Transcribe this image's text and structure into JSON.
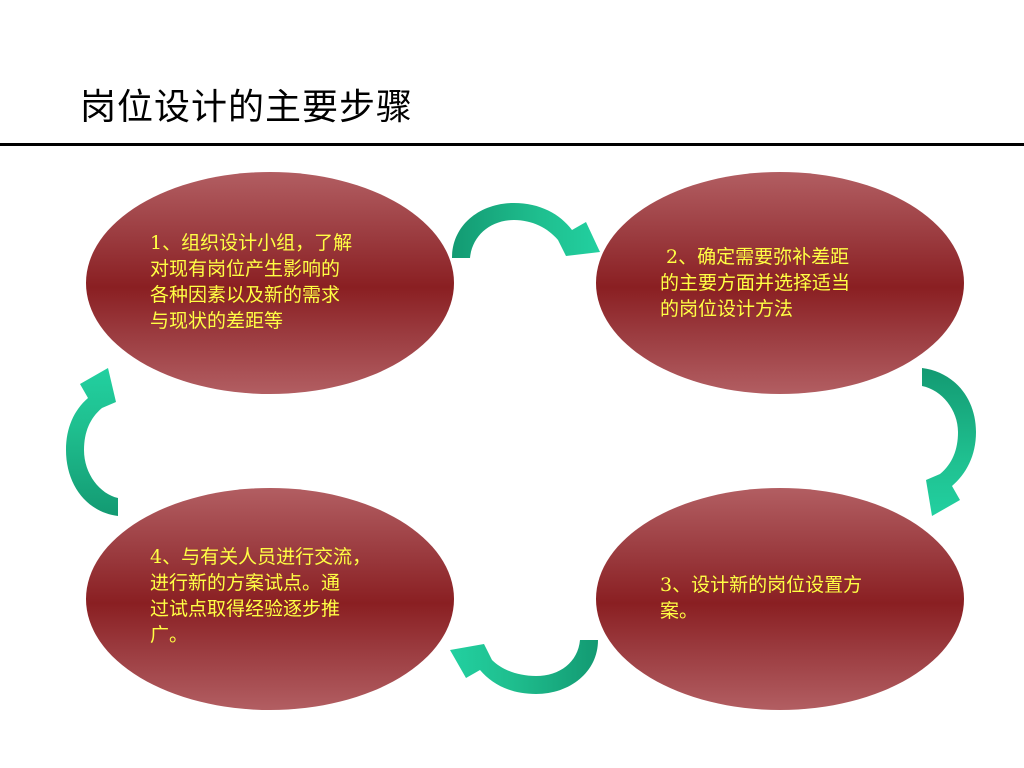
{
  "slide": {
    "title": "岗位设计的主要步骤"
  },
  "steps": [
    {
      "lines": [
        "1、组织设计小组，了解",
        "对现有岗位产生影响的",
        "各种因素以及新的需求",
        "与现状的差距等"
      ]
    },
    {
      "lines": [
        " 2、确定需要弥补差距",
        "的主要方面并选择适当",
        "的岗位设计方法"
      ]
    },
    {
      "lines": [
        "3、设计新的岗位设置方",
        "案。"
      ]
    },
    {
      "lines": [
        "4、与有关人员进行交流，",
        "进行新的方案试点。通",
        "过试点取得经验逐步推",
        "广。"
      ]
    }
  ],
  "colors": {
    "oval": "#8a1f22",
    "oval_text": "#ffff44",
    "arrow": "#1fbf8f"
  }
}
